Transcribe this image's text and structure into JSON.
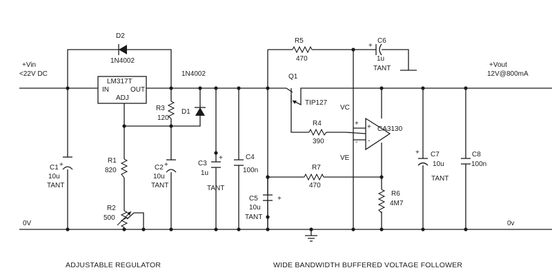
{
  "supply": {
    "vin_label": "+Vin",
    "vin_note": "<22V DC",
    "vout_label": "+Vout",
    "vout_note": "12V@800mA",
    "zero_left": "0V",
    "zero_right": "0v"
  },
  "components": {
    "u1": {
      "name": "LM317T",
      "pin_in": "IN",
      "pin_out": "OUT",
      "pin_adj": "ADJ"
    },
    "d2": {
      "ref": "D2",
      "value": "1N4002"
    },
    "d1": {
      "ref": "D1",
      "value": "1N4002"
    },
    "r3": {
      "ref": "R3",
      "value": "120"
    },
    "c1": {
      "ref": "C1",
      "value": "10u",
      "type": "TANT"
    },
    "r1": {
      "ref": "R1",
      "value": "820"
    },
    "r2": {
      "ref": "R2",
      "value": "500"
    },
    "c2": {
      "ref": "C2",
      "value": "10u",
      "type": "TANT"
    },
    "c3": {
      "ref": "C3",
      "value": "1u",
      "type": "TANT"
    },
    "c4": {
      "ref": "C4",
      "value": "100n"
    },
    "r5": {
      "ref": "R5",
      "value": "470"
    },
    "c6": {
      "ref": "C6",
      "value": "1u",
      "type": "TANT"
    },
    "q1": {
      "ref": "Q1",
      "value": "TIP127"
    },
    "r4": {
      "ref": "R4",
      "value": "390"
    },
    "u2": {
      "name": "CA3130",
      "vc": "VC",
      "ve": "VE"
    },
    "r7": {
      "ref": "R7",
      "value": "470"
    },
    "c5": {
      "ref": "C5",
      "value": "10u",
      "type": "TANT"
    },
    "r6": {
      "ref": "R6",
      "value": "4M7"
    },
    "c7": {
      "ref": "C7",
      "value": "10u",
      "type": "TANT"
    },
    "c8": {
      "ref": "C8",
      "value": "100n"
    }
  },
  "symbols": {
    "plus": "+",
    "minus": "-"
  },
  "captions": {
    "left": "ADJUSTABLE REGULATOR",
    "right": "WIDE BANDWIDTH BUFFERED VOLTAGE FOLLOWER"
  }
}
